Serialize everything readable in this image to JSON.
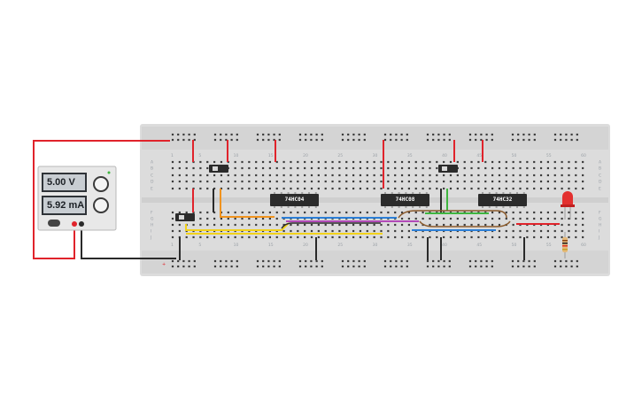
{
  "power_supply": {
    "voltage": "5.00 V",
    "current": "5.92 mA"
  },
  "chips": [
    "74HC04",
    "74HC08",
    "74HC32"
  ],
  "breadboard": {
    "column_numbers": [
      "1",
      "5",
      "10",
      "15",
      "20",
      "25",
      "30",
      "35",
      "40",
      "45",
      "50",
      "55",
      "60"
    ],
    "row_letters_top": [
      "A",
      "B",
      "C",
      "D",
      "E"
    ],
    "row_letters_bottom": [
      "F",
      "G",
      "H",
      "I",
      "J"
    ]
  },
  "colors": {
    "board": "#dcdcdc",
    "wire_red": "#e0232b",
    "wire_black": "#2a2a2a",
    "wire_orange": "#f0931e",
    "wire_blue": "#2c7fd6",
    "wire_purple": "#b24ab8",
    "wire_yellow": "#f2d21a",
    "wire_green": "#3fb53f",
    "wire_brown": "#8a5a2b",
    "led": "#e3302f"
  }
}
